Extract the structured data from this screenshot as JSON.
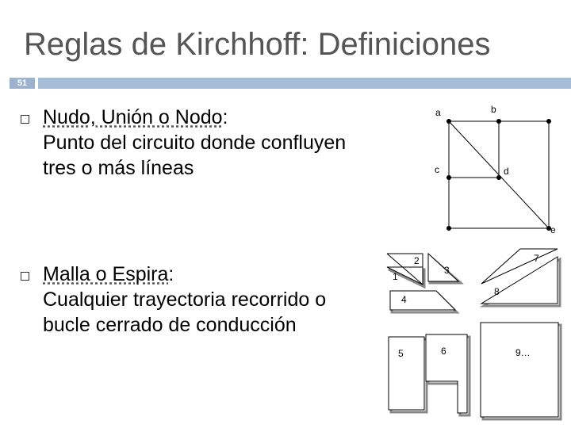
{
  "slide": {
    "title": "Reglas de Kirchhoff: Definiciones",
    "number": "51"
  },
  "bullets": [
    {
      "term": "Nudo, Unión o Nodo",
      "line1_rest": ":",
      "line2": "Punto del circuito donde confluyen",
      "line3": "tres o más líneas"
    },
    {
      "term": "Malla o Espira",
      "line1_rest": ":",
      "line2": "Cualquier trayectoria recorrido o",
      "line3": "bucle cerrado de conducción"
    }
  ],
  "circuit": {
    "node_labels": {
      "a": "a",
      "b": "b",
      "c": "c",
      "d": "d",
      "e": "e"
    }
  },
  "meshes": {
    "labels": {
      "m1": "1",
      "m2": "2",
      "m3": "3",
      "m4": "4",
      "m5": "5",
      "m6": "6",
      "m7": "7",
      "m8": "8",
      "m9": "9…"
    }
  }
}
